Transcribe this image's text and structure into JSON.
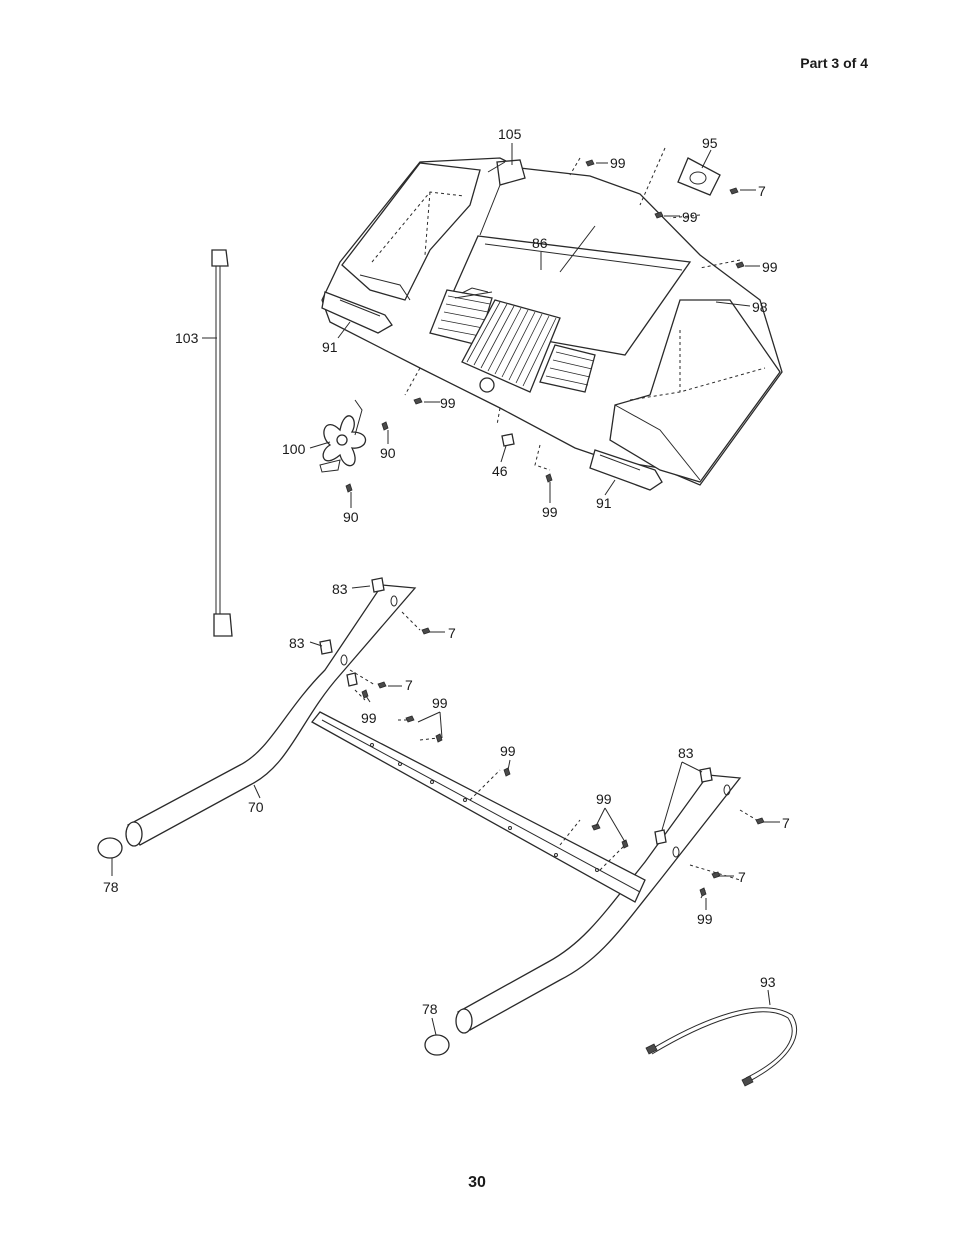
{
  "header": {
    "part_label": "Part 3 of 4"
  },
  "page_number": "30",
  "callouts": {
    "c105": "105",
    "c95": "95",
    "c99a": "99",
    "c7a": "7",
    "c99b": "99",
    "c86": "86",
    "c99c": "99",
    "c98": "98",
    "c103": "103",
    "c91a": "91",
    "c99d": "99",
    "c90a": "90",
    "c100": "100",
    "c46": "46",
    "c99e": "99",
    "c91b": "91",
    "c90b": "90",
    "c83a": "83",
    "c7b": "7",
    "c83b": "83",
    "c7c": "7",
    "c99f": "99",
    "c99g": "99",
    "c99h": "99",
    "c83c": "83",
    "c70": "70",
    "c99i": "99",
    "c7d": "7",
    "c7e": "7",
    "c78a": "78",
    "c99j": "99",
    "c93": "93",
    "c78b": "78"
  },
  "colors": {
    "line": "#2a2a2a",
    "paper": "#ffffff",
    "text": "#1a1a1a"
  }
}
